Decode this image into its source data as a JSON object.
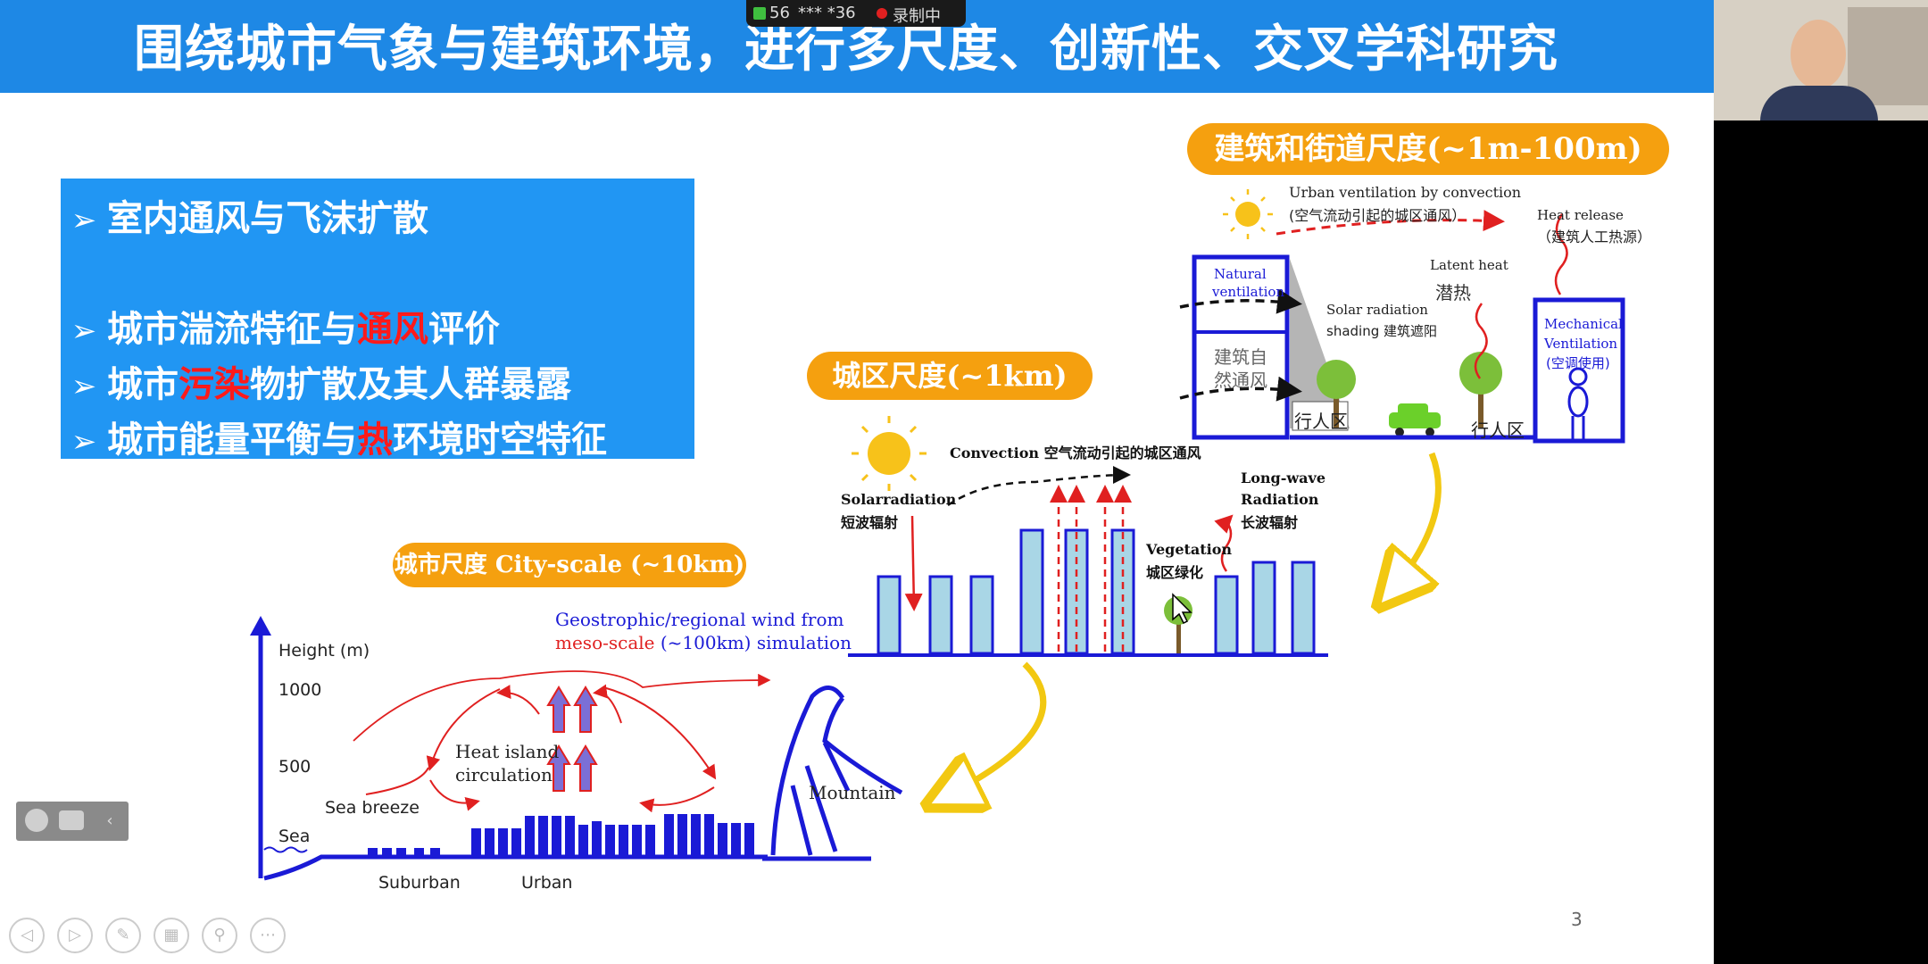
{
  "title": "围绕城市气象与建筑环境，进行多尺度、创新性、交叉学科研究",
  "recording": {
    "signal": "56",
    "meeting_id": "*** *36",
    "status": "录制中"
  },
  "bullets": [
    {
      "pre": "室内通风与飞沫扩散",
      "hl": "",
      "post": ""
    },
    {
      "pre": "城市湍流特征与",
      "hl": "通风",
      "post": "评价"
    },
    {
      "pre": "城市",
      "hl": "污染",
      "post": "物扩散及其人群暴露"
    },
    {
      "pre": "城市能量平衡与",
      "hl": "热",
      "post": "环境时空特征"
    }
  ],
  "scales": {
    "building": "建筑和街道尺度(~1m-100m)",
    "district": "城区尺度(~1km)",
    "city": "城市尺度 City-scale (~10km)"
  },
  "building_panel": {
    "urban_vent_en": "Urban ventilation by convection",
    "urban_vent_cn": "(空气流动引起的城区通风）",
    "heat_release_en": "Heat release",
    "heat_release_cn": "（建筑人工热源）",
    "latent_en": "Latent heat",
    "latent_cn": "潜热",
    "natural_vent_1": "Natural",
    "natural_vent_2": "ventilation",
    "nat_vent_cn_1": "建筑自",
    "nat_vent_cn_2": "然通风",
    "solar_shading_1": "Solar radiation",
    "solar_shading_2": "shading 建筑遮阳",
    "mech_1": "Mechanical",
    "mech_2": "Ventilation",
    "mech_3": "(空调使用)",
    "pedestrian_1": "行人区",
    "pedestrian_2": "行人区"
  },
  "district_panel": {
    "convection": "Convection 空气流动引起的城区通风",
    "solar_en": "Solarradiation",
    "solar_cn": "短波辐射",
    "longwave_1": "Long-wave",
    "longwave_2": "Radiation",
    "longwave_cn": "长波辐射",
    "veg_en": "Vegetation",
    "veg_cn": "城区绿化"
  },
  "city_panel": {
    "geo_1": "Geostrophic/regional wind from",
    "geo_2a": "meso-scale",
    "geo_2b": " (~100km) simulation",
    "height": "Height (m)",
    "h1000": "1000",
    "h500": "500",
    "sea": "Sea",
    "sea_breeze": "Sea breeze",
    "heat_island_1": "Heat island",
    "heat_island_2": "circulation",
    "mountain": "Mountain",
    "suburban": "Suburban",
    "urban": "Urban"
  },
  "page_number": "3",
  "colors": {
    "title_bar": "#1e88e5",
    "bullet_box": "#2196f3",
    "tag": "#f5a00f",
    "highlight": "#ff1a1a",
    "diagram_blue": "#1a1ad6",
    "arrow_red": "#e02020"
  }
}
